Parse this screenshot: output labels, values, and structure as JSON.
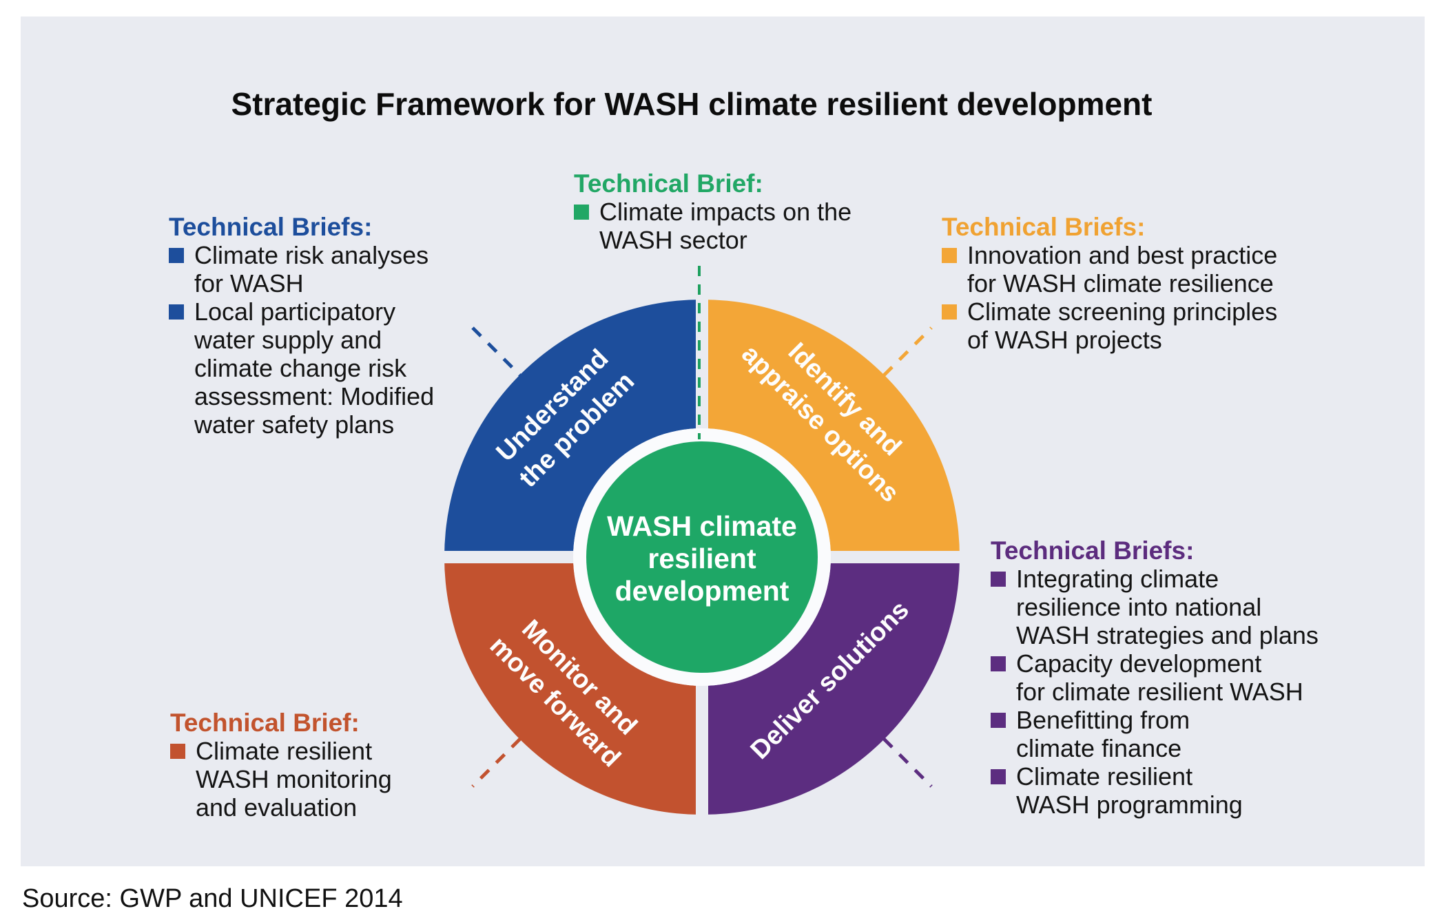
{
  "page": {
    "title": "Strategic Framework for WASH climate resilient development",
    "source": "Source: GWP and UNICEF 2014"
  },
  "colors": {
    "understand_blue": "#1d4e9c",
    "identify_orange": "#f3a637",
    "deliver_purple": "#5c2d80",
    "monitor_red": "#c2522f",
    "center_green": "#1ea766",
    "panel_background": "#e9ebf1",
    "ring_gap_white": "#fafbfd",
    "green_dash": "#1ea05f"
  },
  "center": {
    "line1": "WASH climate",
    "line2": "resilient",
    "line3": "development"
  },
  "quadrants": {
    "understand": {
      "line1": "Understand",
      "line2": "the problem"
    },
    "identify": {
      "line1": "Identify and",
      "line2": "appraise options"
    },
    "monitor": {
      "line1": "Monitor and",
      "line2": "move forward"
    },
    "deliver": {
      "line1": "Deliver solutions"
    }
  },
  "briefs": {
    "blue": {
      "heading": "Technical Briefs:",
      "items": [
        "Climate risk analyses\nfor WASH",
        "Local participatory\nwater supply and\nclimate change risk\nassessment: Modified\nwater safety plans"
      ]
    },
    "green": {
      "heading": "Technical Brief:",
      "items": [
        "Climate impacts on the\nWASH sector"
      ]
    },
    "orange": {
      "heading": "Technical Briefs:",
      "items": [
        "Innovation and best practice\nfor WASH climate resilience",
        "Climate screening principles\nof WASH projects"
      ]
    },
    "purple": {
      "heading": "Technical Briefs:",
      "items": [
        "Integrating climate\nresilience into national\nWASH strategies and plans",
        "Capacity development\nfor climate resilient WASH",
        "Benefitting from\nclimate finance",
        "Climate resilient\nWASH programming"
      ]
    },
    "red": {
      "heading": "Technical Brief:",
      "items": [
        "Climate resilient\nWASH monitoring\nand evaluation"
      ]
    }
  }
}
